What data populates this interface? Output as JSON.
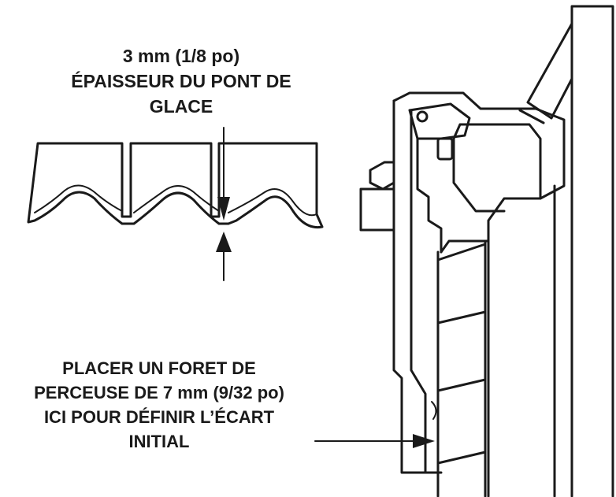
{
  "labels": {
    "bridge_thickness": {
      "line1": "3 mm (1/8 po)",
      "line2": "ÉPAISSEUR DU PONT DE",
      "line3": "GLACE"
    },
    "drill_bit": {
      "line1": "PLACER UN FORET DE",
      "line2": "PERCEUSE DE 7 mm (9/32 po)",
      "line3": "ICI POUR DÉFINIR L’ÉCART",
      "line4": "INITIAL"
    }
  },
  "colors": {
    "ink": "#1a1a1a",
    "background": "#ffffff"
  }
}
